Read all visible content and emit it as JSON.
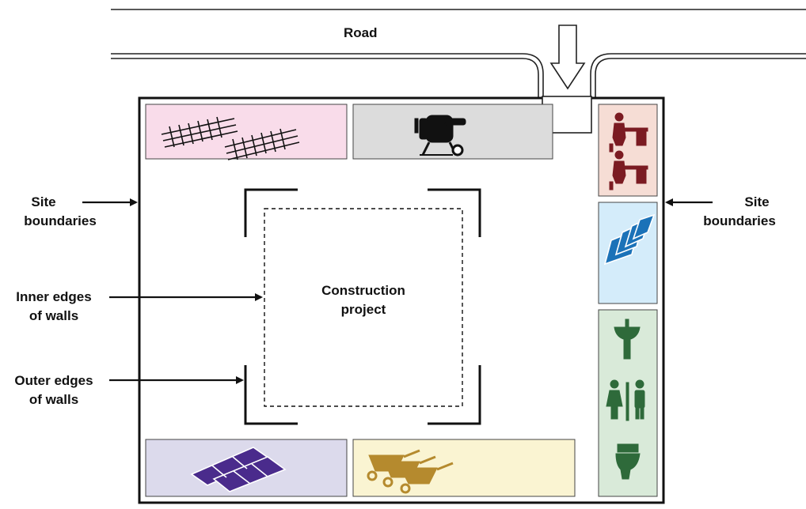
{
  "labels": {
    "road": "Road",
    "site_left_1": "Site",
    "site_left_2": "boundaries",
    "site_right_1": "Site",
    "site_right_2": "boundaries",
    "inner_1": "Inner edges",
    "inner_2": "of walls",
    "outer_1": "Outer edges",
    "outer_2": "of walls",
    "project_1": "Construction",
    "project_2": "project"
  },
  "zones": {
    "rebar_storage": {
      "icon": "rebar-icon",
      "color": "#f9dcea"
    },
    "mixer": {
      "icon": "concrete-mixer-icon",
      "color": "#dcdcdc"
    },
    "office": {
      "icon": "office-workers-icon",
      "color": "#f6ddd5"
    },
    "materials": {
      "icon": "bags-icon",
      "color": "#d4ecfa"
    },
    "toilets": {
      "icon": "toilet-facilities-icon",
      "color": "#d9ead9"
    },
    "formwork_storage": {
      "icon": "panels-icon",
      "color": "#dcdaec"
    },
    "wheelbarrows": {
      "icon": "wheelbarrow-icon",
      "color": "#faf4d2"
    }
  },
  "colors": {
    "icon_maroon": "#7b1b22",
    "icon_blue": "#1b72b8",
    "icon_green": "#2e6a3a",
    "icon_purple": "#4a2b8c",
    "icon_gold": "#b58a2e"
  }
}
